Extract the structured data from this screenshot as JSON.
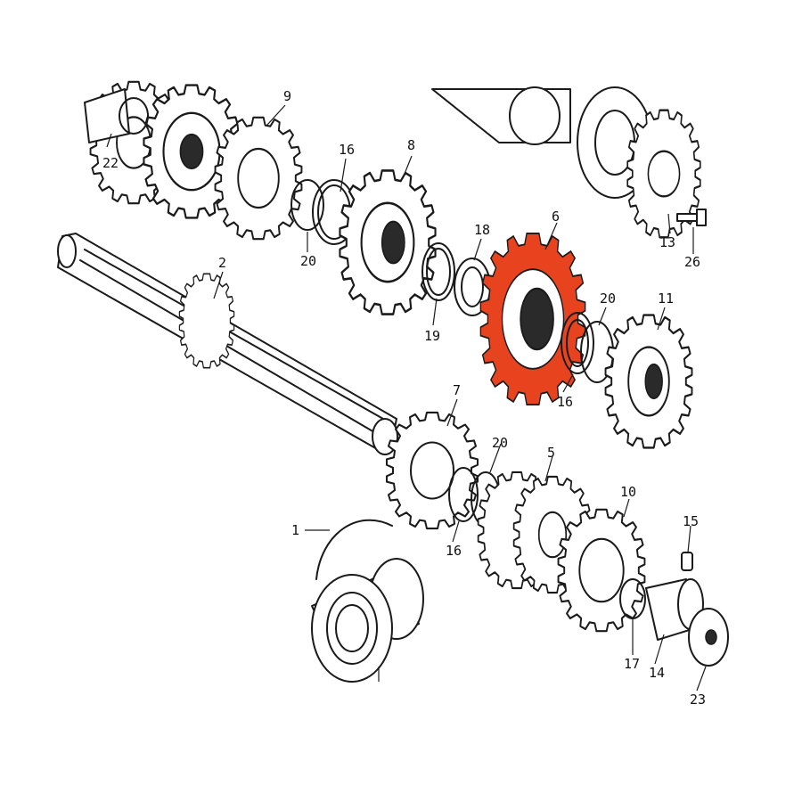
{
  "diagram": {
    "highlight_color": "#e8431f",
    "ink_color": "#1a1a1a",
    "callouts": {
      "c1": "1",
      "c2": "2",
      "c5": "5",
      "c6": "6",
      "c7": "7",
      "c8": "8",
      "c9": "9",
      "c10": "10",
      "c11": "11",
      "c13": "13",
      "c14": "14",
      "c15": "15",
      "c16a": "16",
      "c16b": "16",
      "c16c": "16",
      "c17": "17",
      "c18": "18",
      "c19": "19",
      "c20a": "20",
      "c20b": "20",
      "c20c": "20",
      "c22": "22",
      "c23": "23",
      "c26": "26"
    },
    "highlighted_part": "6"
  }
}
